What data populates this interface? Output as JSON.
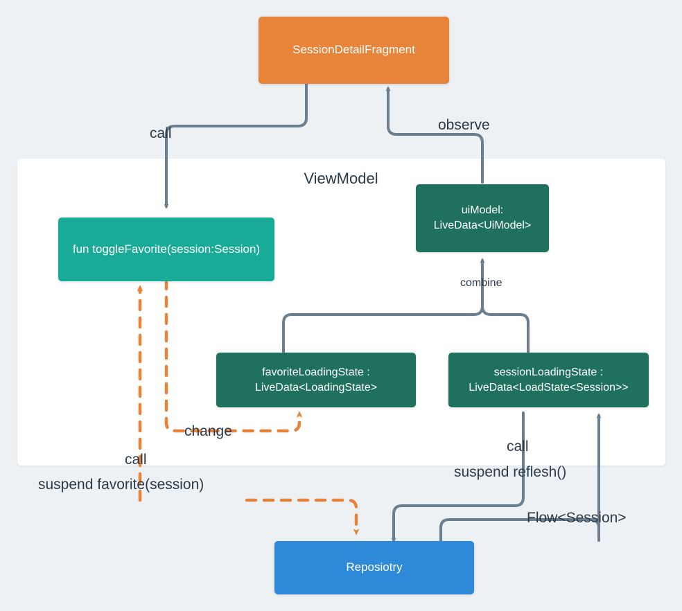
{
  "diagram": {
    "title": "Android ViewModel data flow architecture diagram",
    "background_color": "#eef1f4",
    "colors": {
      "fragment": "#e8833a",
      "function": "#1aab98",
      "livedata": "#20705e",
      "repository": "#2e8ad8",
      "connector_solid": "#6b7f91",
      "connector_dashed": "#e8833a",
      "container": "#ffffff",
      "text_dark": "#2b3a46"
    },
    "container": {
      "label": "ViewModel"
    },
    "nodes": [
      {
        "id": "fragment",
        "label": "SessionDetailFragment"
      },
      {
        "id": "toggle-favorite",
        "label": "fun toggleFavorite(session:Session)"
      },
      {
        "id": "ui-model",
        "label": "uiModel:\nLiveData<UiModel>"
      },
      {
        "id": "favorite-loading-state",
        "label": "favoriteLoadingState :\nLiveData<LoadingState>"
      },
      {
        "id": "session-loading-state",
        "label": "sessionLoadingState :\nLiveData<LoadState<Session>>"
      },
      {
        "id": "repository",
        "label": "Reposiotry"
      }
    ],
    "edge_labels": [
      {
        "id": "call-toggle",
        "text": "call"
      },
      {
        "id": "observe",
        "text": "observe"
      },
      {
        "id": "combine",
        "text": "combine"
      },
      {
        "id": "change",
        "text": "change"
      },
      {
        "id": "call-favorite",
        "text": "call"
      },
      {
        "id": "suspend-favorite",
        "text": "suspend favorite(session)"
      },
      {
        "id": "call-reflesh",
        "text": "call"
      },
      {
        "id": "suspend-reflesh",
        "text": "suspend reflesh()"
      },
      {
        "id": "flow-session",
        "text": "Flow<Session>"
      }
    ]
  }
}
